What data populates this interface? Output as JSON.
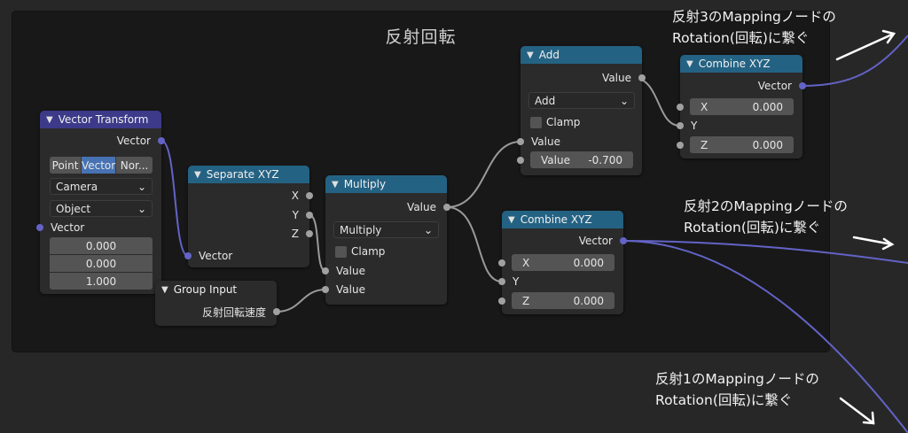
{
  "frame_label": "反射回転",
  "nodes": {
    "vector_transform": {
      "title": "Vector Transform",
      "output_vector": "Vector",
      "modes": [
        "Point",
        "Vector",
        "Nor..."
      ],
      "active_mode": "Vector",
      "from_space": "Camera",
      "to_space": "Object",
      "input_label": "Vector",
      "values": [
        "0.000",
        "0.000",
        "1.000"
      ]
    },
    "separate_xyz": {
      "title": "Separate XYZ",
      "outputs": [
        "X",
        "Y",
        "Z"
      ],
      "input_vector": "Vector"
    },
    "group_input": {
      "title": "Group Input",
      "output": "反射回転速度"
    },
    "multiply": {
      "title": "Multiply",
      "output_value": "Value",
      "operation": "Multiply",
      "clamp": "Clamp",
      "input1": "Value",
      "input2": "Value"
    },
    "add": {
      "title": "Add",
      "output_value": "Value",
      "operation": "Add",
      "clamp": "Clamp",
      "input1": "Value",
      "input2_label": "Value",
      "input2_value": "-0.700"
    },
    "combine_xyz_top": {
      "title": "Combine XYZ",
      "output": "Vector",
      "x_label": "X",
      "x_value": "0.000",
      "y_label": "Y",
      "z_label": "Z",
      "z_value": "0.000"
    },
    "combine_xyz_mid": {
      "title": "Combine XYZ",
      "output": "Vector",
      "x_label": "X",
      "x_value": "0.000",
      "y_label": "Y",
      "z_label": "Z",
      "z_value": "0.000"
    }
  },
  "annotations": {
    "a3_line1": "反射3のMappingノードの",
    "a3_line2": "Rotation(回転)に繋ぐ",
    "a2_line1": "反射2のMappingノードの",
    "a2_line2": "Rotation(回転)に繋ぐ",
    "a1_line1": "反射1のMappingノードの",
    "a1_line2": "Rotation(回転)に繋ぐ"
  },
  "colors": {
    "vector_header": "#3c3a89",
    "converter_header": "#246283",
    "vector_socket": "#6363c7",
    "float_socket": "#a1a1a1",
    "active_button": "#4772b3"
  },
  "icons": [
    "chevron-down-icon",
    "arrow-icon"
  ]
}
